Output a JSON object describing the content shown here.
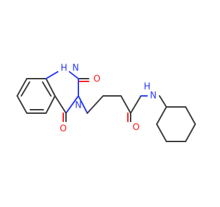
{
  "molecule": {
    "atoms": {
      "nh_ring": "H",
      "n_ring_top": "N",
      "o_top": "O",
      "n_ring_mid": "N",
      "o_bottom": "O",
      "o_amide": "O",
      "n_amide": "N",
      "h_amide": "H"
    }
  }
}
